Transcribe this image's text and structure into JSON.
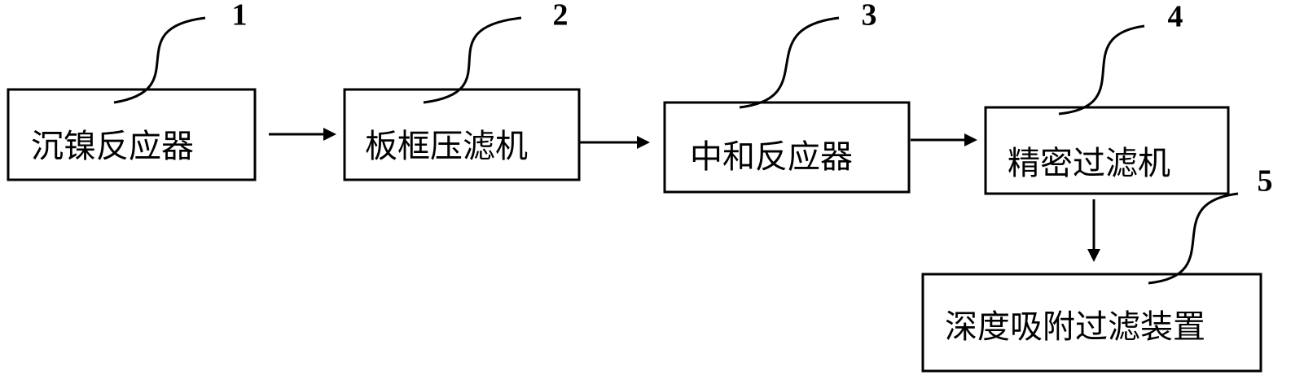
{
  "nodes": [
    {
      "id": "1",
      "label": "沉镍反应器"
    },
    {
      "id": "2",
      "label": "板框压滤机"
    },
    {
      "id": "3",
      "label": "中和反应器"
    },
    {
      "id": "4",
      "label": "精密过滤机"
    },
    {
      "id": "5",
      "label": "深度吸附过滤装置"
    }
  ],
  "edges": [
    {
      "from": "1",
      "to": "2"
    },
    {
      "from": "2",
      "to": "3"
    },
    {
      "from": "3",
      "to": "4"
    },
    {
      "from": "4",
      "to": "5"
    }
  ],
  "colors": {
    "stroke": "#000000",
    "background": "#ffffff"
  }
}
